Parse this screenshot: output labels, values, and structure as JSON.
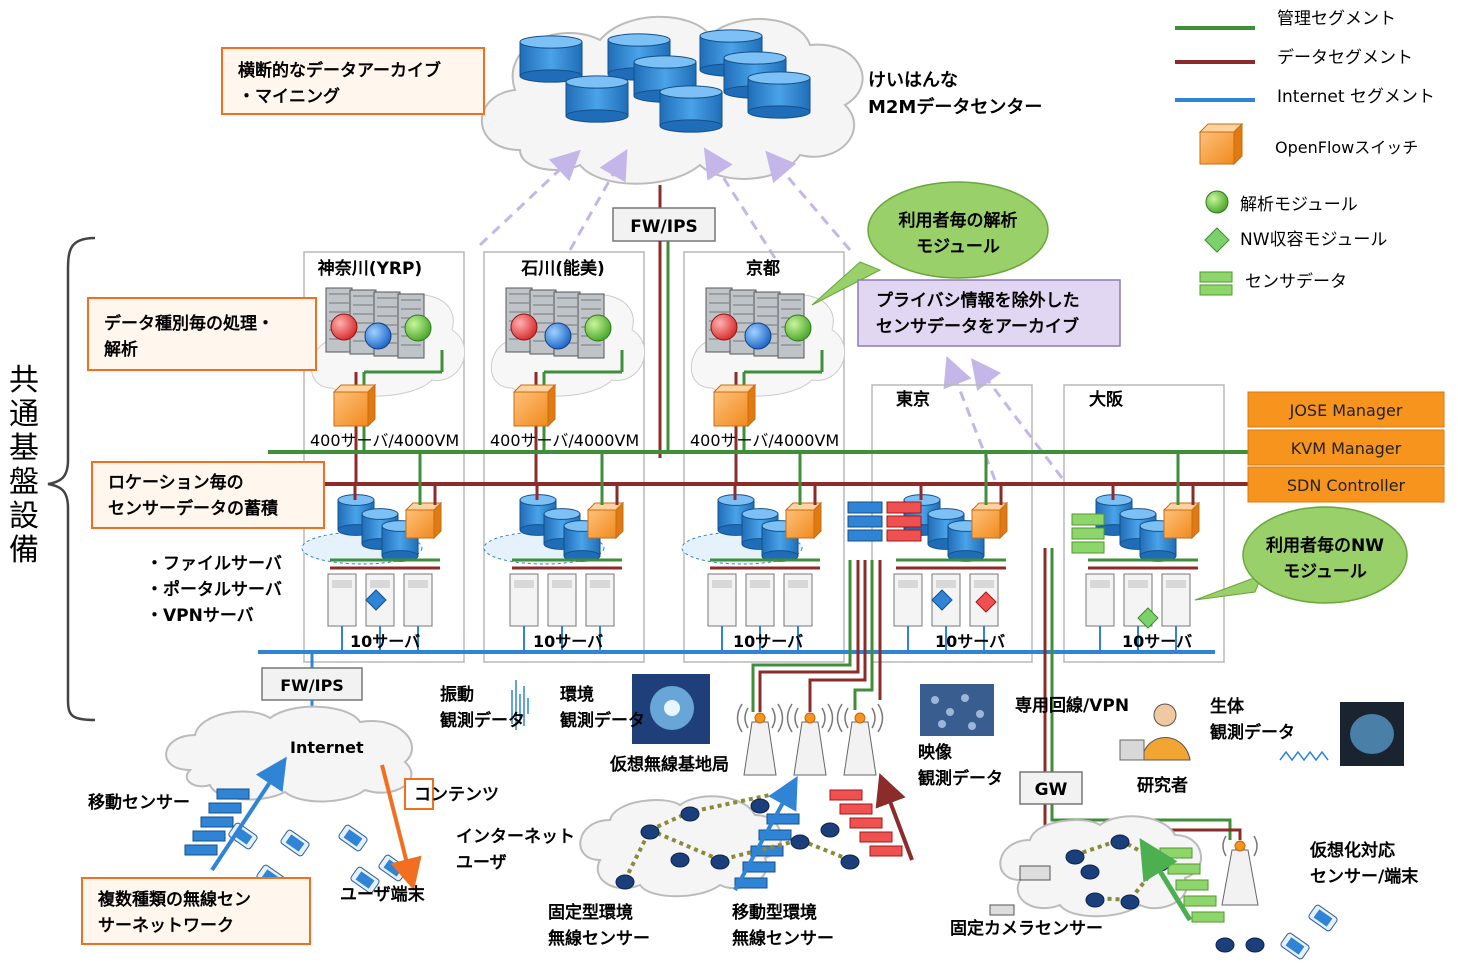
{
  "legend": {
    "mgmt": "管理セグメント",
    "data": "データセグメント",
    "internet": "Internet セグメント",
    "openflow": "OpenFlowスイッチ",
    "analysis": "解析モジュール",
    "nw": "NW収容モジュール",
    "sensor": "センサデータ"
  },
  "colors": {
    "mgmt": "#3f8f3a",
    "data": "#8b2c2a",
    "internet": "#2f84d6",
    "orange": "#f7941d",
    "callout_green": "#9ad06a",
    "privacy_box": "#e2d7f2"
  },
  "datacenter": {
    "line1": "けいはんな",
    "line2": "M2Mデータセンター"
  },
  "labels": {
    "archive": [
      "横断的なデータアーカイブ",
      "・マイニング"
    ],
    "processing": [
      "データ種別毎の処理・",
      "解析"
    ],
    "storage": [
      "ロケーション毎の",
      "センサーデータの蓄積"
    ],
    "wireless": [
      "複数種類の無線セン",
      "サーネットワーク"
    ],
    "servers_list": [
      "・ファイルサーバ",
      "・ポータルサーバ",
      "・VPNサーバ"
    ],
    "common_infra": "共通基盤設備"
  },
  "callouts": {
    "analysis": [
      "利用者毎の解析",
      "モジュール"
    ],
    "nw": [
      "利用者毎のNW",
      "モジュール"
    ],
    "privacy": [
      "プライバシ情報を除外した",
      "センサデータをアーカイブ"
    ]
  },
  "sites": {
    "kanagawa": "神奈川(YRP)",
    "ishikawa": "石川(能美)",
    "kyoto": "京都",
    "tokyo": "東京",
    "osaka": "大阪"
  },
  "server_counts": {
    "big": "400サーバ/4000VM",
    "small": "10サーバ"
  },
  "fw_ips": "FW/IPS",
  "managers": [
    "JOSE Manager",
    "KVM Manager",
    "SDN Controller"
  ],
  "bottom": {
    "internet": "Internet",
    "contents": "コンテンツ",
    "mobile_sensor": "移動センサー",
    "user_terminal": "ユーザ端末",
    "vibration": [
      "振動",
      "観測データ"
    ],
    "environment": [
      "環境",
      "観測データ"
    ],
    "internet_user": [
      "インターネット",
      "ユーザ"
    ],
    "virtual_bs": "仮想無線基地局",
    "fixed_env": [
      "固定型環境",
      "無線センサー"
    ],
    "mobile_env": [
      "移動型環境",
      "無線センサー"
    ],
    "video": [
      "映像",
      "観測データ"
    ],
    "dedicated_line": "専用回線/VPN",
    "gw": "GW",
    "bio": [
      "生体",
      "観測データ"
    ],
    "researcher": "研究者",
    "virt_sensor": [
      "仮想化対応",
      "センサー/端末"
    ],
    "fixed_camera": "固定カメラセンサー"
  }
}
